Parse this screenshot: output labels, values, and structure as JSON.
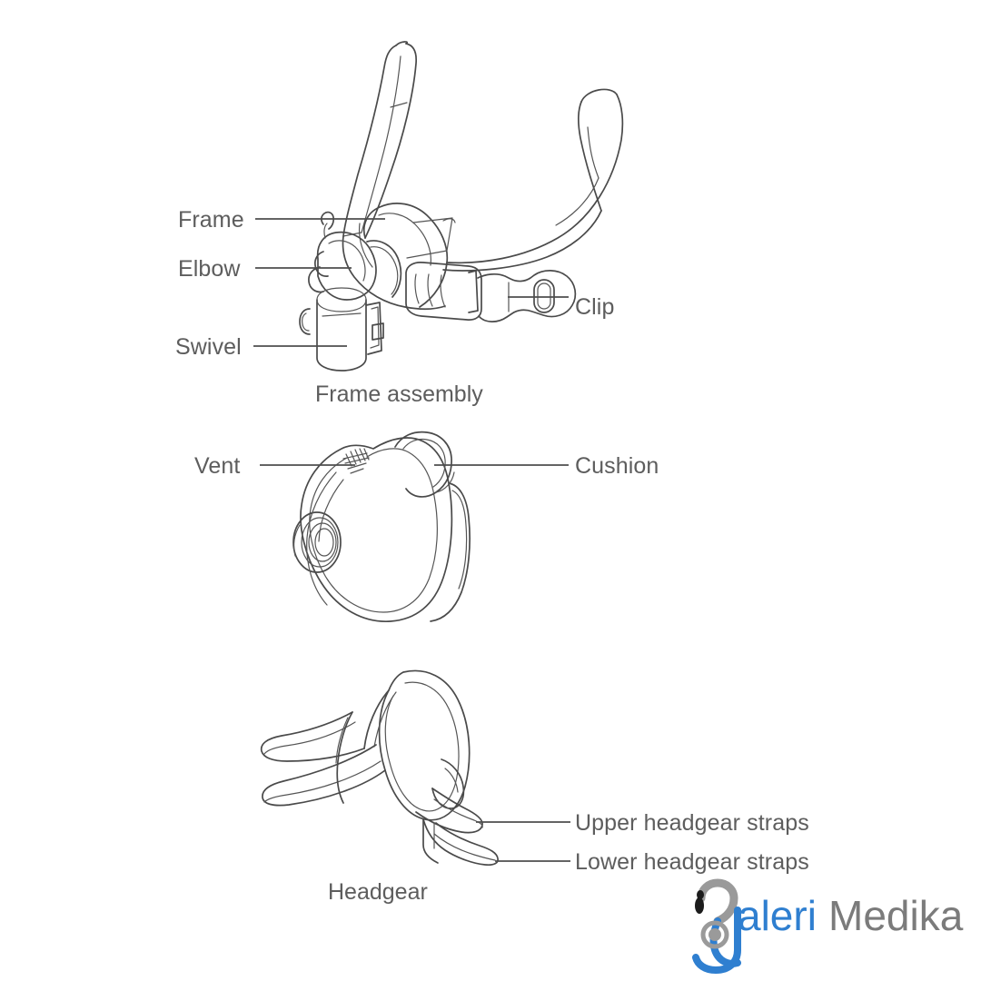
{
  "page": {
    "background_color": "#ffffff",
    "ink_color": "#4a4a4a",
    "label_color": "#5d5d5d"
  },
  "groups": {
    "frame_assembly": {
      "caption": "Frame assembly",
      "labels": [
        {
          "name": "frame",
          "text": "Frame"
        },
        {
          "name": "elbow",
          "text": "Elbow"
        },
        {
          "name": "swivel",
          "text": "Swivel"
        },
        {
          "name": "clip",
          "text": "Clip"
        }
      ]
    },
    "cushion_assembly": {
      "caption": "",
      "labels": [
        {
          "name": "vent",
          "text": "Vent"
        },
        {
          "name": "cushion",
          "text": "Cushion"
        }
      ]
    },
    "headgear_assembly": {
      "caption": "Headgear",
      "labels": [
        {
          "name": "upper-headgear-straps",
          "text": "Upper headgear straps"
        },
        {
          "name": "lower-headgear-straps",
          "text": "Lower headgear straps"
        }
      ]
    }
  },
  "watermark": {
    "text_blue": "aleri",
    "text_gray": "Medika",
    "blue_hex": "#2f7fd0",
    "gray_hex": "#7b7b7b"
  }
}
